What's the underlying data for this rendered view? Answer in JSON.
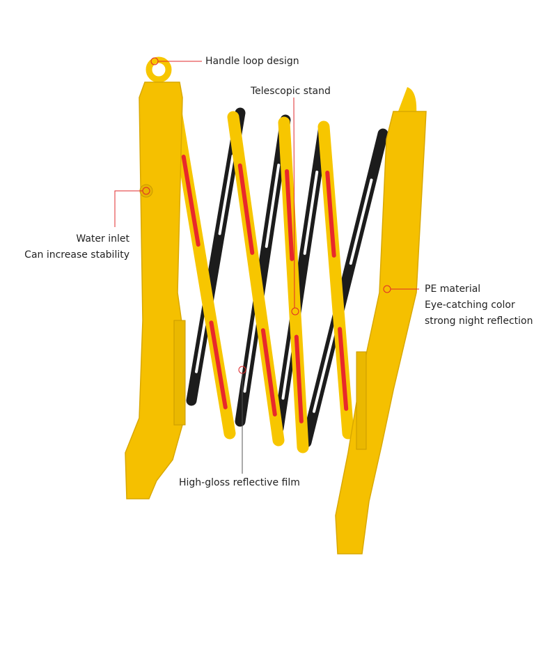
{
  "colors": {
    "barrier_yellow": "#f7c600",
    "reflective_red": "#e8282b",
    "slat_black": "#1c1c1c",
    "callout_red": "#e0282b"
  },
  "callouts": {
    "handle": {
      "text": "Handle loop design"
    },
    "telescopic": {
      "text": "Telescopic stand"
    },
    "water": {
      "line1": "Water inlet",
      "line2": "Can increase stability"
    },
    "pe": {
      "line1": "PE material",
      "line2": "Eye-catching color",
      "line3": "strong night reflection"
    },
    "film": {
      "text": "High-gloss reflective film"
    }
  }
}
